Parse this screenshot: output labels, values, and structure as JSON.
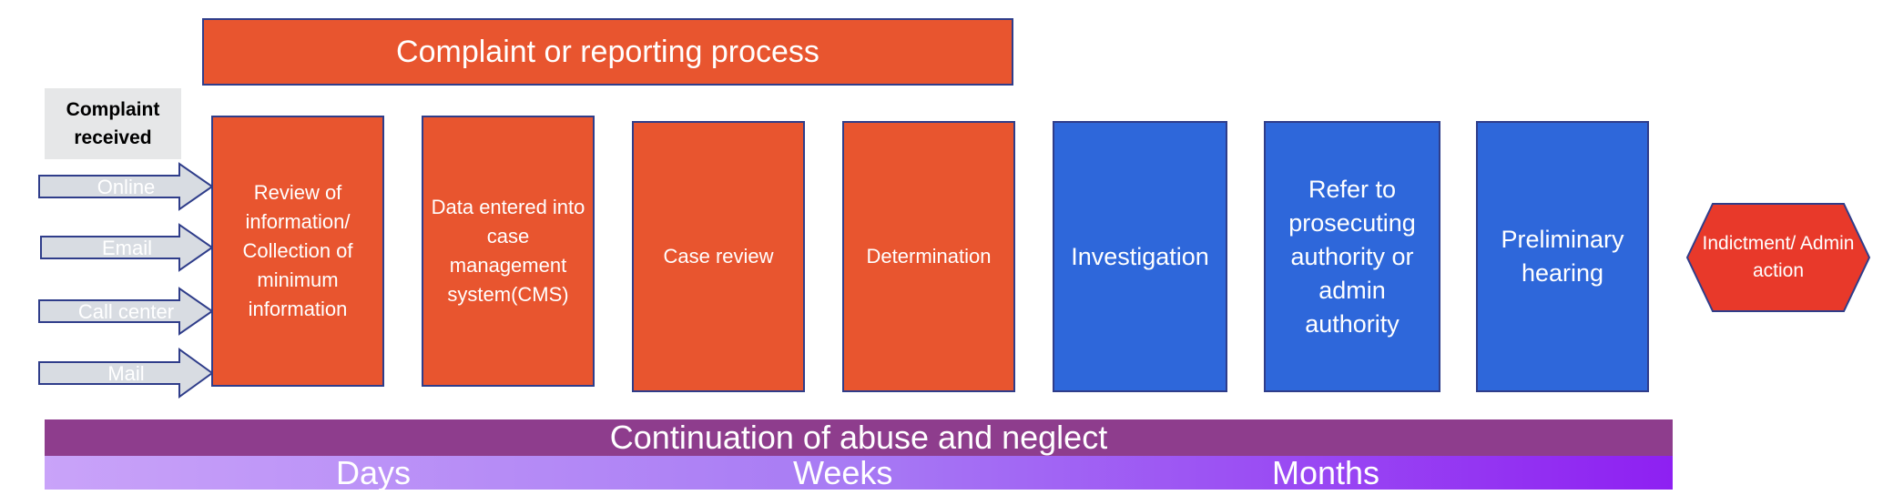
{
  "title": "Complaint or reporting process",
  "complaint_received": "Complaint received",
  "channels": [
    "Online",
    "Email",
    "Call center",
    "Mail"
  ],
  "steps": [
    {
      "label": "Review of information/ Collection of minimum information",
      "color": "#E8552F"
    },
    {
      "label": "Data entered into case management system(CMS)",
      "color": "#E8552F"
    },
    {
      "label": "Case review",
      "color": "#E8552F"
    },
    {
      "label": "Determination",
      "color": "#E8552F"
    },
    {
      "label": "Investigation",
      "color": "#2E67DA"
    },
    {
      "label": "Refer to prosecuting authority or admin authority",
      "color": "#2E67DA"
    },
    {
      "label": "Preliminary hearing",
      "color": "#2E67DA"
    }
  ],
  "outcome": "Indictment/ Admin action",
  "outcome_color": "#E8392A",
  "continuation": "Continuation of abuse and neglect",
  "timeline": [
    "Days",
    "Weeks",
    "Months"
  ]
}
